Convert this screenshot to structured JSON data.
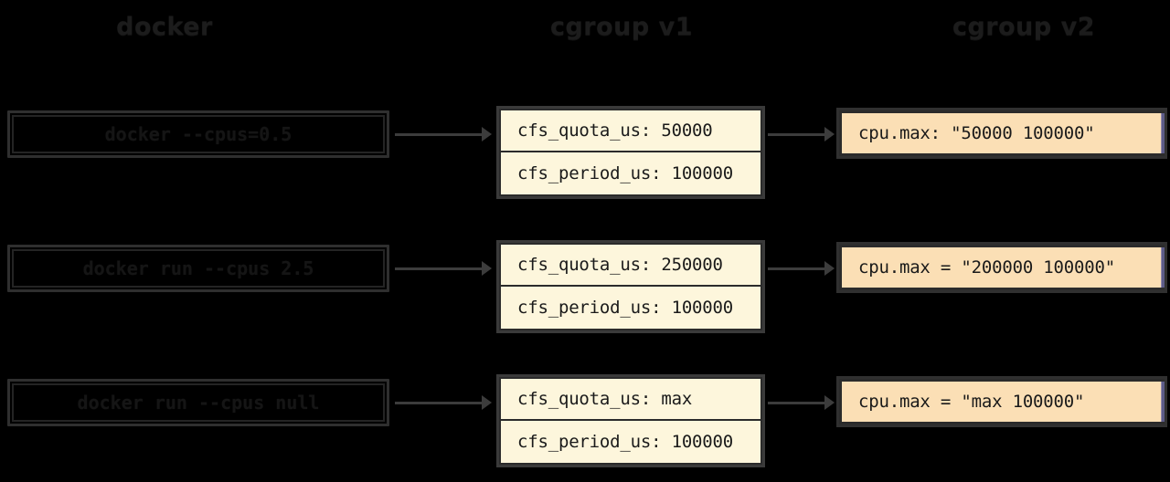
{
  "diagram": {
    "title": "cgroup v1 to cgroup v2 CPU limit mapping",
    "colors": {
      "background": "#000000",
      "cream_fill": "#fdf6dc",
      "peach_fill": "#fbdfb5",
      "border_dark": "#2b2b2b",
      "arrow": "#3c3c3c",
      "redacted_text": "#151515"
    },
    "headers": [
      {
        "id": "left",
        "label": "docker",
        "redacted": true
      },
      {
        "id": "mid",
        "label": "cgroup v1",
        "redacted": true
      },
      {
        "id": "right",
        "label": "cgroup v2",
        "redacted": true
      }
    ],
    "rows": [
      {
        "left": {
          "label": "docker --cpus=0.5",
          "redacted": true
        },
        "middle": [
          "cfs_quota_us: 50000",
          "cfs_period_us: 100000"
        ],
        "right": "cpu.max: \"50000 100000\""
      },
      {
        "left": {
          "label": "docker run --cpus 2.5",
          "redacted": true
        },
        "middle": [
          "cfs_quota_us: 250000",
          "cfs_period_us: 100000"
        ],
        "right": "cpu.max = \"200000 100000\""
      },
      {
        "left": {
          "label": "docker run --cpus null",
          "redacted": true
        },
        "middle": [
          "cfs_quota_us: max",
          "cfs_period_us: 100000"
        ],
        "right": "cpu.max = \"max 100000\""
      }
    ],
    "arrows": {
      "left_to_middle_count": 3,
      "middle_to_right_count": 3,
      "style": "solid line with filled triangular arrowhead pointing right"
    }
  }
}
